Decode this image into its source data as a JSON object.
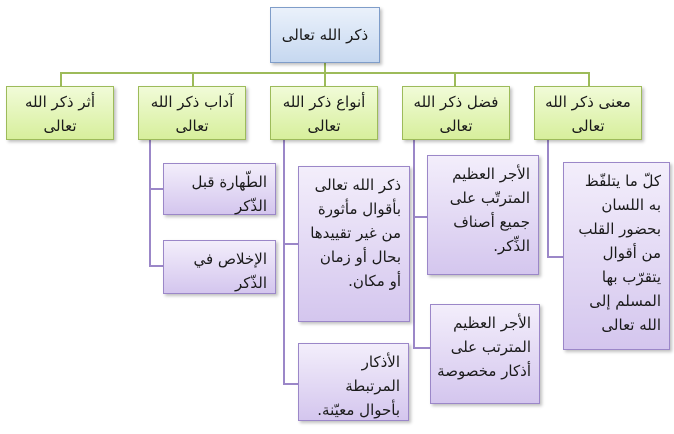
{
  "root": {
    "label": "ذكر الله تعالى"
  },
  "categories": [
    {
      "label": "معنى ذكر الله تعالى"
    },
    {
      "label": "فضل ذكر الله تعالى"
    },
    {
      "label": "أنواع ذكر الله تعالى"
    },
    {
      "label": "آداب ذكر الله تعالى"
    },
    {
      "label": "أثر ذكر الله تعالى"
    }
  ],
  "meaning_items": [
    {
      "text": "كلّ ما يتلفّظ به اللسان بحضور القلب من أقوال يتقرّب بها المسلم إلى الله تعالى"
    }
  ],
  "virtue_items": [
    {
      "text": "الأجر العظيم المترتّب على جميع أصناف الذِّكر."
    },
    {
      "text": "الأجر العظيم المترتب على أذكار مخصوصة"
    }
  ],
  "types_items": [
    {
      "text": "ذكر الله تعالى بأقوال مأثورة من غير تقييدها بحال أو زمان أو مكان."
    },
    {
      "text": "الأذكار المرتبطة بأحوال معيّنة."
    }
  ],
  "etiquette_items": [
    {
      "text": "الطّهارة قبل الذّكر"
    },
    {
      "text": "الإخلاص في الذّكر"
    }
  ]
}
